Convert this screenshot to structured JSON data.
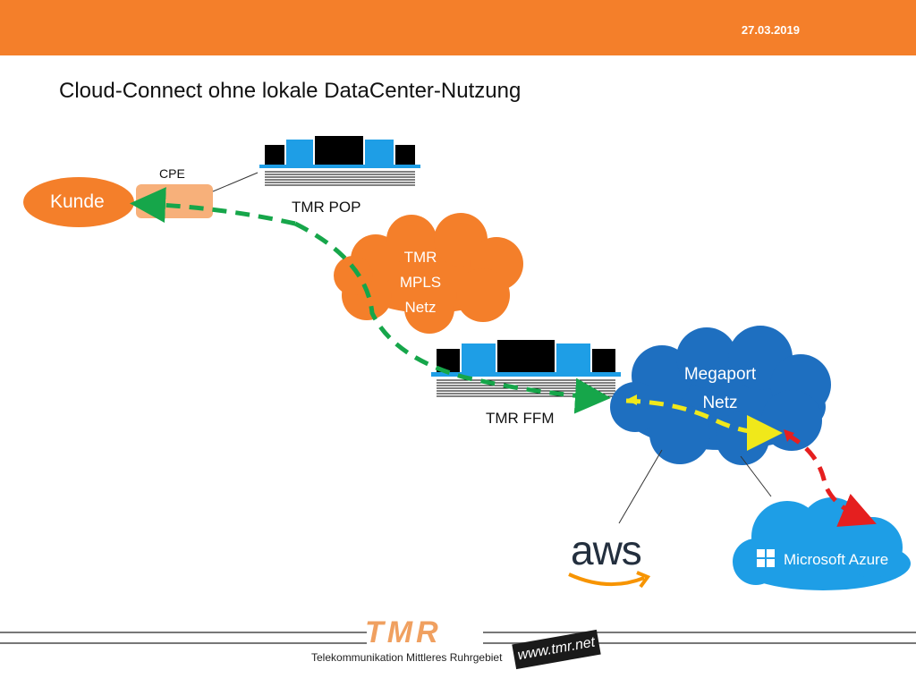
{
  "header": {
    "date": "27.03.2019"
  },
  "title": "Cloud-Connect ohne lokale DataCenter-Nutzung",
  "nodes": {
    "kunde": "Kunde",
    "cpe": "CPE",
    "tmr_pop": "TMR POP",
    "tmr_mpls": [
      "TMR",
      "MPLS",
      "Netz"
    ],
    "tmr_ffm": "TMR FFM",
    "megaport": [
      "Megaport",
      "Netz"
    ]
  },
  "providers": {
    "aws": "aws",
    "azure": "Microsoft Azure"
  },
  "footer": {
    "company": "Telekommunikation Mittleres Ruhrgebiet",
    "url": "www.tmr.net",
    "logo": "TMR"
  },
  "colors": {
    "accent": "#f47f2a",
    "cloud_blue": "#1e6fc0",
    "azure_blue": "#1e9ee6",
    "green_path": "#16a64a",
    "yellow_path": "#f0e81a",
    "red_path": "#e51f1f"
  }
}
